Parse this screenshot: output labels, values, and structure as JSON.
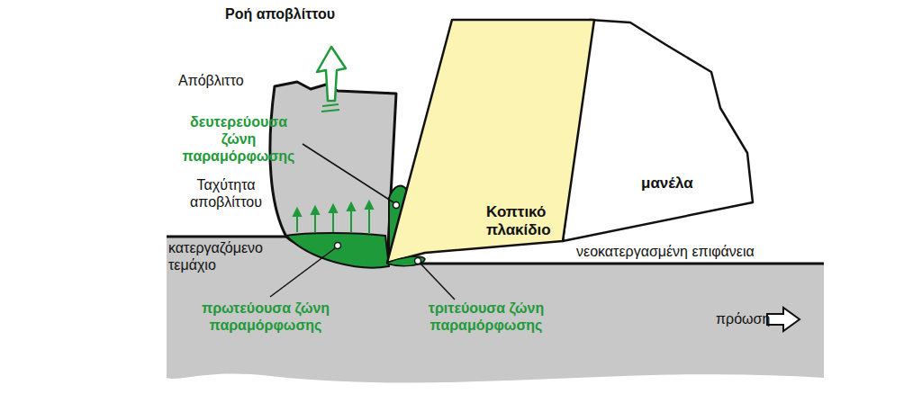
{
  "diagram": {
    "nodes": [
      {
        "text": [
          "Κοπτικό πλακίδιο"
        ]
      },
      {
        "text": [
          "μανέλα"
        ]
      }
    ],
    "labels": [
      "Ροή αποβλίττου",
      "Απόβλιττο",
      "δευτερεύουσα ζώνη παραμόρφωσης",
      "Ταχύτητα αποβλίττου",
      "κατεργαζόμενο τεμάχιο",
      "νεοκατεργασμένη επιφάνεια",
      "πρωτεύουσα ζώνη παραμόρφωσης",
      "τριτεύουσα ζώνη παραμόρφωσης",
      "πρόωση"
    ]
  }
}
